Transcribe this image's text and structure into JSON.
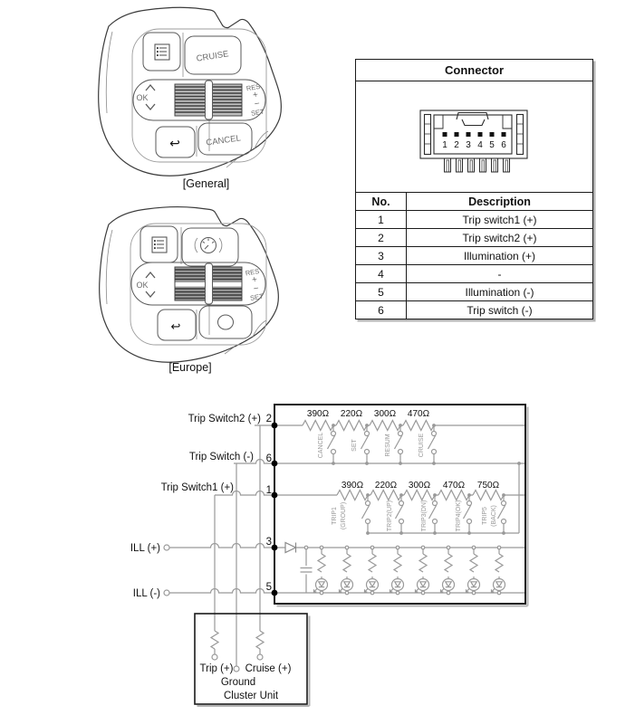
{
  "wheel_general": {
    "caption": "[General]",
    "cruise": "CRUISE",
    "ok": "OK",
    "res": "RES",
    "plus": "+",
    "minus": "−",
    "set": "SET",
    "cancel": "CANCEL",
    "back_icon": "↩"
  },
  "wheel_europe": {
    "caption": "[Europe]",
    "ok": "OK",
    "res": "RES",
    "plus": "+",
    "minus": "−",
    "set": "SET",
    "back_icon": "↩"
  },
  "connector_table": {
    "title": "Connector",
    "pin_numbers": [
      "1",
      "2",
      "3",
      "4",
      "5",
      "6"
    ],
    "columns": {
      "no": "No.",
      "description": "Description"
    },
    "rows": [
      {
        "no": "1",
        "description": "Trip switch1 (+)"
      },
      {
        "no": "2",
        "description": "Trip switch2 (+)"
      },
      {
        "no": "3",
        "description": "Illumination (+)"
      },
      {
        "no": "4",
        "description": "-"
      },
      {
        "no": "5",
        "description": "Illumination (-)"
      },
      {
        "no": "6",
        "description": "Trip switch (-)"
      }
    ]
  },
  "circuit": {
    "labels": {
      "trip_switch2": "Trip Switch2 (+)",
      "trip_switch_neg": "Trip Switch (-)",
      "trip_switch1": "Trip Switch1 (+)",
      "ill_pos": "ILL (+)",
      "ill_neg": "ILL (-)"
    },
    "pins": {
      "trip2": "2",
      "tripneg": "6",
      "trip1": "1",
      "illpos": "3",
      "illneg": "5"
    },
    "cruise_row": {
      "resistors": [
        "390Ω",
        "220Ω",
        "300Ω",
        "470Ω"
      ],
      "switches": [
        {
          "l1": "CANCEL"
        },
        {
          "l1": "SET"
        },
        {
          "l1": "RESUM"
        },
        {
          "l1": "CRUISE"
        }
      ]
    },
    "trip_row": {
      "resistors": [
        "390Ω",
        "220Ω",
        "300Ω",
        "470Ω",
        "750Ω"
      ],
      "switches": [
        {
          "l1": "TRIP1",
          "l2": "(GROUP)"
        },
        {
          "l1": "TRIP2(UP)"
        },
        {
          "l1": "TRIP3(DN)"
        },
        {
          "l1": "TRIP4(OK)"
        },
        {
          "l1": "TRIP5",
          "l2": "(BACK)"
        }
      ]
    },
    "illumination_row": {
      "led_count": 8
    },
    "cluster": {
      "trip": "Trip (+)",
      "cruise": "Cruise (+)",
      "ground": "Ground",
      "name": "Cluster Unit"
    }
  },
  "colors": {
    "wire": "#999999",
    "outline": "#1a1a1a",
    "label_gray": "#8c8c8c",
    "shadow": "#b3b3b3"
  }
}
